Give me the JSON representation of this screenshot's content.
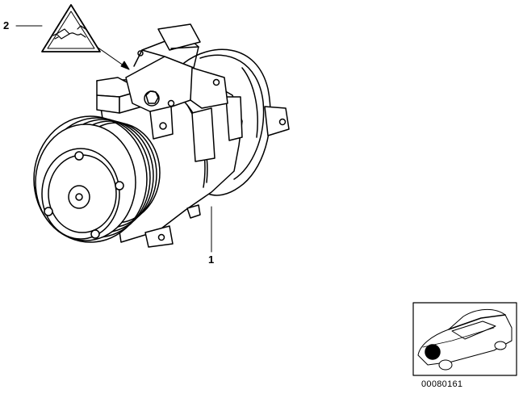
{
  "callouts": {
    "item_1": "1",
    "item_2": "2"
  },
  "thumbnail": {
    "reference_number": "00080161"
  },
  "icons": {
    "warning_symbol": "triangle-plug-icon",
    "locator": "car-location-icon"
  },
  "colors": {
    "line": "#000000",
    "background": "#ffffff",
    "marker": "#000000"
  }
}
